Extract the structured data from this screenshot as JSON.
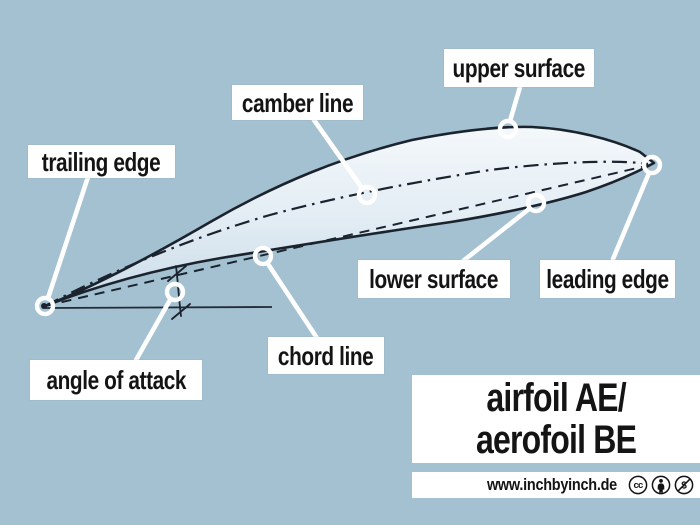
{
  "title": {
    "line1": "airfoil AE/",
    "line2": "aerofoil BE"
  },
  "labels": {
    "trailing_edge": "trailing edge",
    "camber_line": "camber line",
    "upper_surface": "upper surface",
    "lower_surface": "lower surface",
    "leading_edge": "leading edge",
    "chord_line": "chord line",
    "angle_of_attack": "angle of attack"
  },
  "footer": {
    "url": "www.inchbyinch.de",
    "cc_glyph": "cc",
    "nc_glyph": "$",
    "license_icons": [
      "creative-commons",
      "attribution",
      "non-commercial"
    ]
  },
  "colors": {
    "background": "#a4c1d1",
    "label_background": "#ffffff",
    "text": "#141414",
    "sketch_outline": "#1a232e",
    "airfoil_fill_light": "#f4f8fb",
    "airfoil_fill_dark": "#c9dbe8",
    "callout": "#ffffff"
  }
}
